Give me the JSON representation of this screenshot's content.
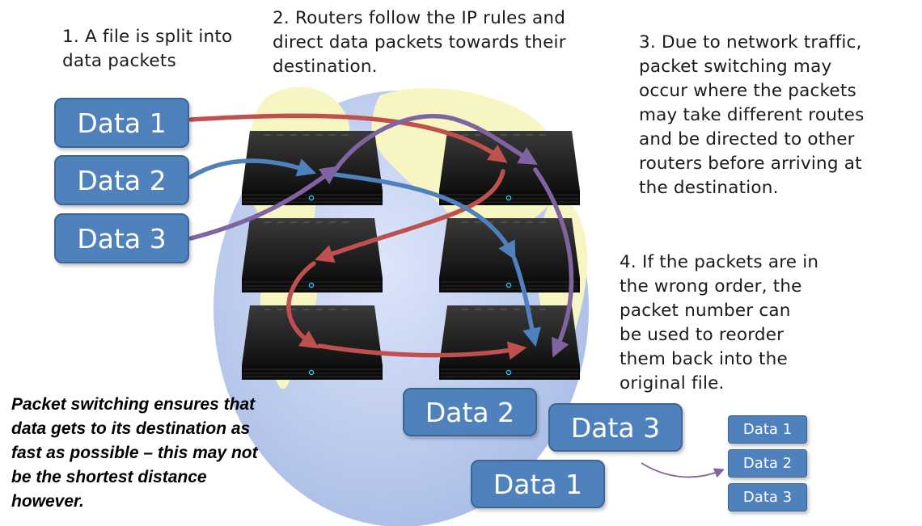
{
  "captions": {
    "step1": [
      "1. A file is split into",
      "data packets"
    ],
    "step2": [
      "2. Routers follow the IP rules and",
      "direct data packets towards their",
      "destination."
    ],
    "step3": [
      "3. Due to network traffic,",
      "packet switching may",
      "occur where the packets",
      "may take different routes",
      "and be directed to other",
      "routers before arriving at",
      "the destination."
    ],
    "step4": [
      "4. If the packets are in",
      "the wrong order, the",
      "packet number can",
      "be used to reorder",
      "them back into the",
      "original file."
    ]
  },
  "summary": [
    "Packet switching ensures that",
    "data gets to its destination as",
    "fast as possible – this may not",
    "be the shortest distance",
    "however."
  ],
  "source_packets": [
    "Data 1",
    "Data 2",
    "Data 3"
  ],
  "arrived_packets": [
    "Data 2",
    "Data 3",
    "Data 1"
  ],
  "reordered_packets": [
    "Data 1",
    "Data 2",
    "Data 3"
  ],
  "colors": {
    "packet_box": "#4f81bd",
    "packet_box_border": "#3a6595",
    "route_data1": "#c0504d",
    "route_data2": "#4f81bd",
    "route_data3": "#8064a2",
    "globe_ocean": "#c6d3f0",
    "globe_land": "#f7f6c2",
    "router_body": "#1c1c1c"
  }
}
